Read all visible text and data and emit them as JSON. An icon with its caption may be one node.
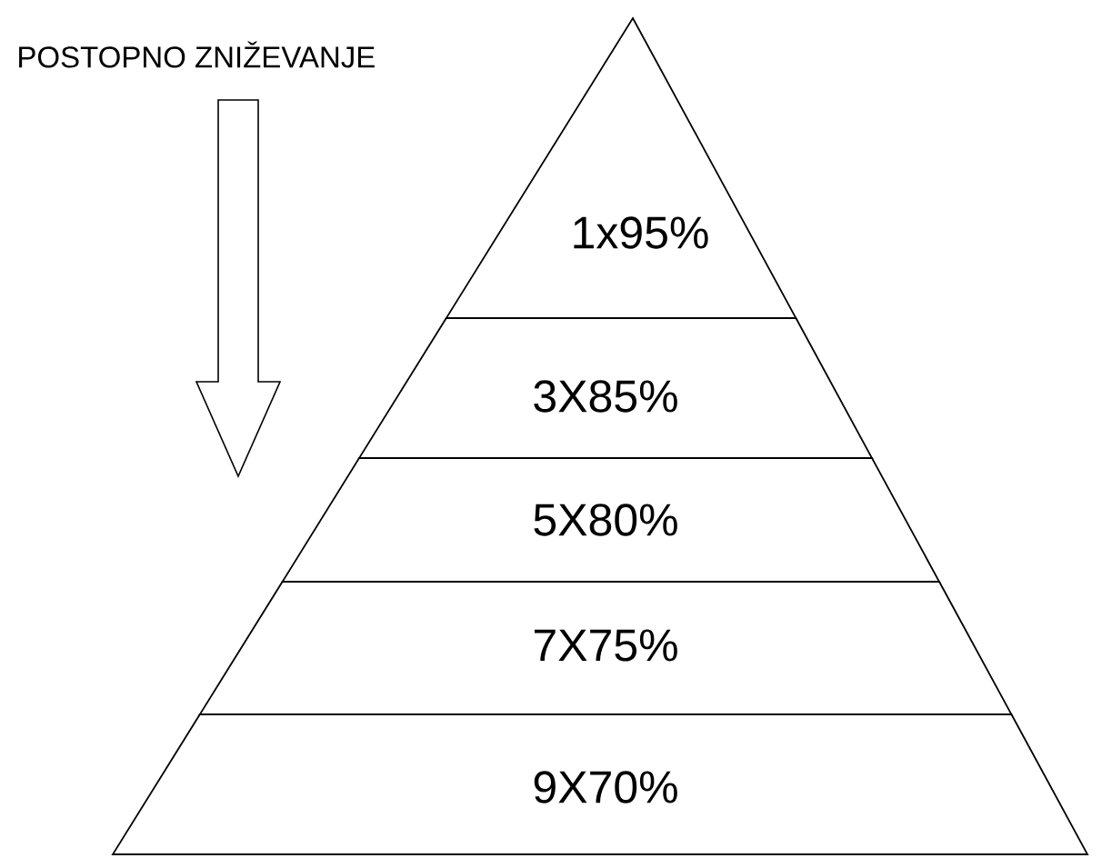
{
  "diagram": {
    "nodes": [
      {
        "text": [
          "1x95%"
        ]
      },
      {
        "text": [
          "3X85%"
        ]
      },
      {
        "text": [
          "5X80%"
        ]
      },
      {
        "text": [
          "7X75%"
        ]
      },
      {
        "text": [
          "9X70%"
        ]
      }
    ],
    "labels": [
      "POSTOPNO ZNIŽEVANJE"
    ]
  }
}
